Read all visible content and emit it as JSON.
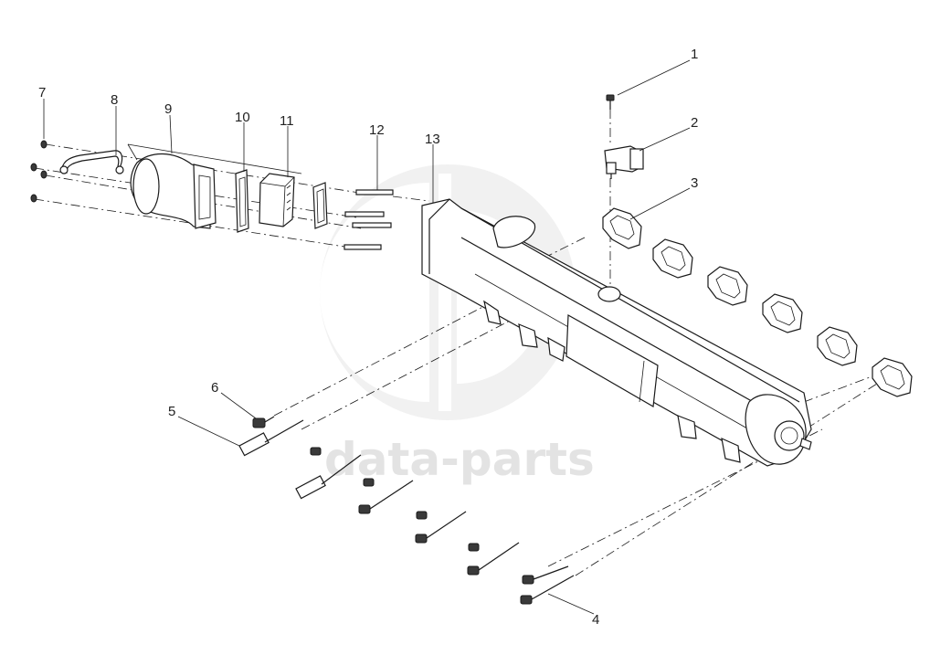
{
  "watermark": {
    "text": "data-parts"
  },
  "callouts": [
    {
      "id": "1",
      "text": "1"
    },
    {
      "id": "2",
      "text": "2"
    },
    {
      "id": "3",
      "text": "3"
    },
    {
      "id": "4",
      "text": "4"
    },
    {
      "id": "5",
      "text": "5"
    },
    {
      "id": "6",
      "text": "6"
    },
    {
      "id": "7",
      "text": "7"
    },
    {
      "id": "8",
      "text": "8"
    },
    {
      "id": "9",
      "text": "9"
    },
    {
      "id": "10",
      "text": "10"
    },
    {
      "id": "11",
      "text": "11"
    },
    {
      "id": "12",
      "text": "12"
    },
    {
      "id": "13",
      "text": "13"
    }
  ]
}
